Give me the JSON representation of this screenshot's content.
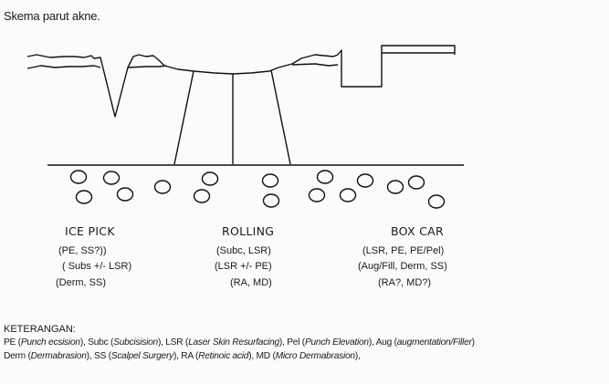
{
  "title": "Skema parut akne.",
  "scars": [
    {
      "name": "ICE PICK",
      "treatments": [
        "(PE, SS?))",
        "( Subs +/- LSR)",
        "(Derm, SS)"
      ]
    },
    {
      "name": "ROLLING",
      "treatments": [
        "(Subc, LSR)",
        "(LSR +/- PE)",
        "(RA, MD)"
      ]
    },
    {
      "name": "BOX CAR",
      "treatments": [
        "(LSR, PE, PE/Pel)",
        "(Aug/Fill, Derm, SS)",
        "(RA?, MD?)"
      ]
    }
  ],
  "legend": {
    "heading": "KETERANGAN:",
    "entries": [
      {
        "abbr": "PE",
        "full": "Punch ecsision"
      },
      {
        "abbr": "Subc",
        "full": "Subcisision"
      },
      {
        "abbr": "LSR",
        "full": "Laser Skin Resurfacing"
      },
      {
        "abbr": "Pel",
        "full": "Punch Elevation"
      },
      {
        "abbr": "Aug",
        "full": "augmentation/Filler"
      },
      {
        "abbr": "Derm",
        "full": "Dermabrasion"
      },
      {
        "abbr": "SS",
        "full": "Scalpel Surgery"
      },
      {
        "abbr": "RA",
        "full": "Retinoic acid"
      },
      {
        "abbr": "MD",
        "full": "Micro Dermabrasion"
      }
    ]
  }
}
